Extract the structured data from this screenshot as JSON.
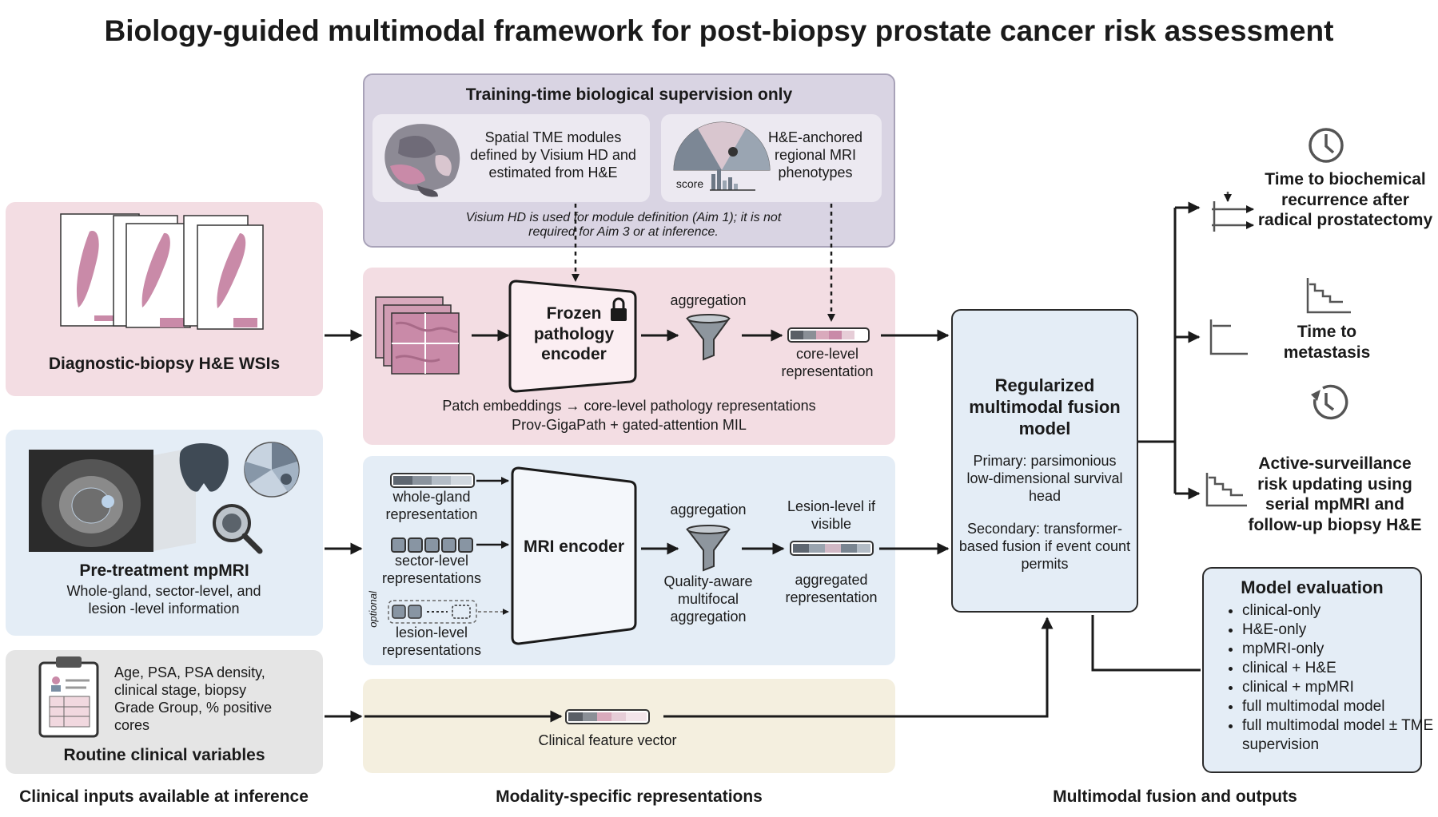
{
  "title": "Biology-guided multimodal framework for post-biopsy prostate cancer risk assessment",
  "supervision": {
    "header": "Training-time biological supervision only",
    "tme": "Spatial TME modules defined by Visium HD and estimated from H&E",
    "mri_phenotypes": "H&E-anchored regional MRI phenotypes",
    "score_label": "score",
    "note": "Visium HD is used for module definition (Aim 1); it is not required for Aim 3 or at inference."
  },
  "inputs": {
    "wsi_label": "Diagnostic-biopsy H&E WSIs",
    "mri_title": "Pre-treatment mpMRI",
    "mri_sub": "Whole-gland, sector-level, and lesion -level information",
    "clinical_list": "Age, PSA, PSA density, clinical stage, biopsy Grade Group, % positive cores",
    "clinical_title": "Routine clinical variables"
  },
  "pathology": {
    "encoder": "Frozen pathology encoder",
    "aggregation": "aggregation",
    "core_rep": "core-level representation",
    "caption1": "Patch embeddings → core-level pathology representations",
    "caption2": "Prov-GigaPath + gated-attention MIL"
  },
  "mri": {
    "whole_gland": "whole-gland representation",
    "sector": "sector-level representations",
    "lesion": "lesion-level representations",
    "optional": "optional",
    "encoder": "MRI encoder",
    "aggregation": "aggregation",
    "quality": "Quality-aware multifocal aggregation",
    "lesion_visible": "Lesion-level if visible",
    "aggregated_rep": "aggregated representation"
  },
  "clinical": {
    "vector": "Clinical feature vector"
  },
  "fusion": {
    "title": "Regularized multimodal fusion model",
    "primary": "Primary: parsimonious low-dimensional survival head",
    "secondary": "Secondary: transformer-based fusion if event count permits"
  },
  "outputs": {
    "bcr": "Time to biochemical recurrence after radical prostatectomy",
    "metastasis": "Time to metastasis",
    "surveillance": "Active-surveillance risk updating using serial mpMRI and follow-up biopsy H&E"
  },
  "evaluation": {
    "title": "Model evaluation",
    "items": [
      "clinical-only",
      "H&E-only",
      "mpMRI-only",
      "clinical + H&E",
      "clinical + mpMRI",
      "full multimodal model",
      "full multimodal model ± TME supervision"
    ]
  },
  "footer": {
    "left": "Clinical inputs available at inference",
    "middle": "Modality-specific representations",
    "right": "Multimodal fusion and outputs"
  },
  "colors": {
    "pink_panel": "#f3dde3",
    "blue_panel": "#e4edf6",
    "gray_panel": "#e5e5e5",
    "beige_panel": "#f4efdf",
    "lavender_panel": "#d9d4e3",
    "he_stain": "#c98aa8"
  }
}
